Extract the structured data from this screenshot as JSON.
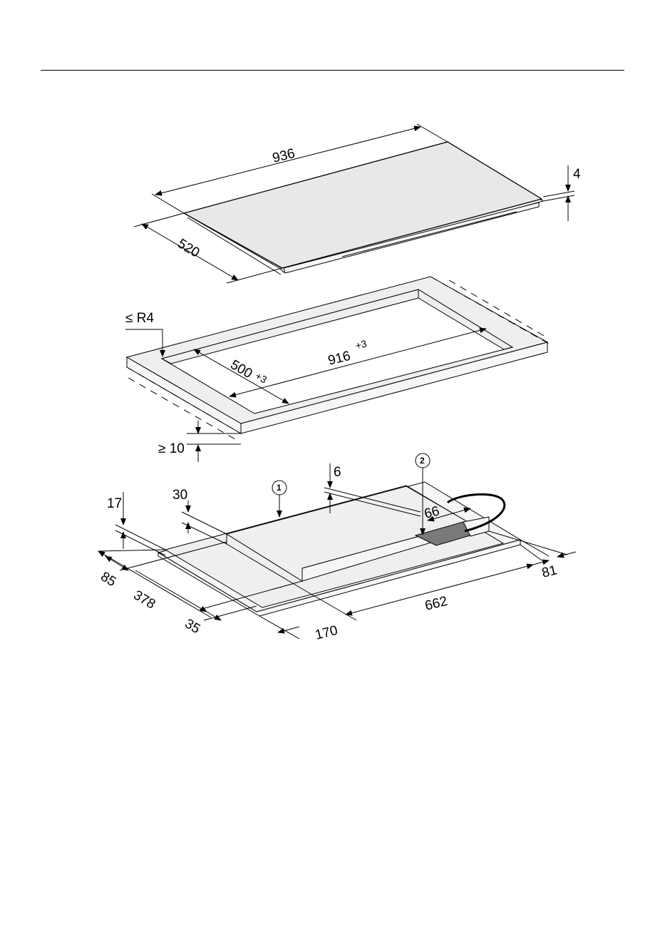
{
  "diagram": {
    "hob_dimensions": {
      "width": "936",
      "depth": "520",
      "thickness": "4"
    },
    "cutout_dimensions": {
      "corner_radius": "≤ R4",
      "depth": "500",
      "depth_tolerance": "+3",
      "width": "916",
      "width_tolerance": "+3",
      "min_worktop_thickness": "≥ 10"
    },
    "underside_dimensions": {
      "d17": "17",
      "d30": "30",
      "d6": "6",
      "d66": "66",
      "d85": "85",
      "d378": "378",
      "d35": "35",
      "d170": "170",
      "d662": "662",
      "d81": "81"
    },
    "callouts": [
      {
        "label": "1"
      },
      {
        "label": "2"
      }
    ]
  }
}
